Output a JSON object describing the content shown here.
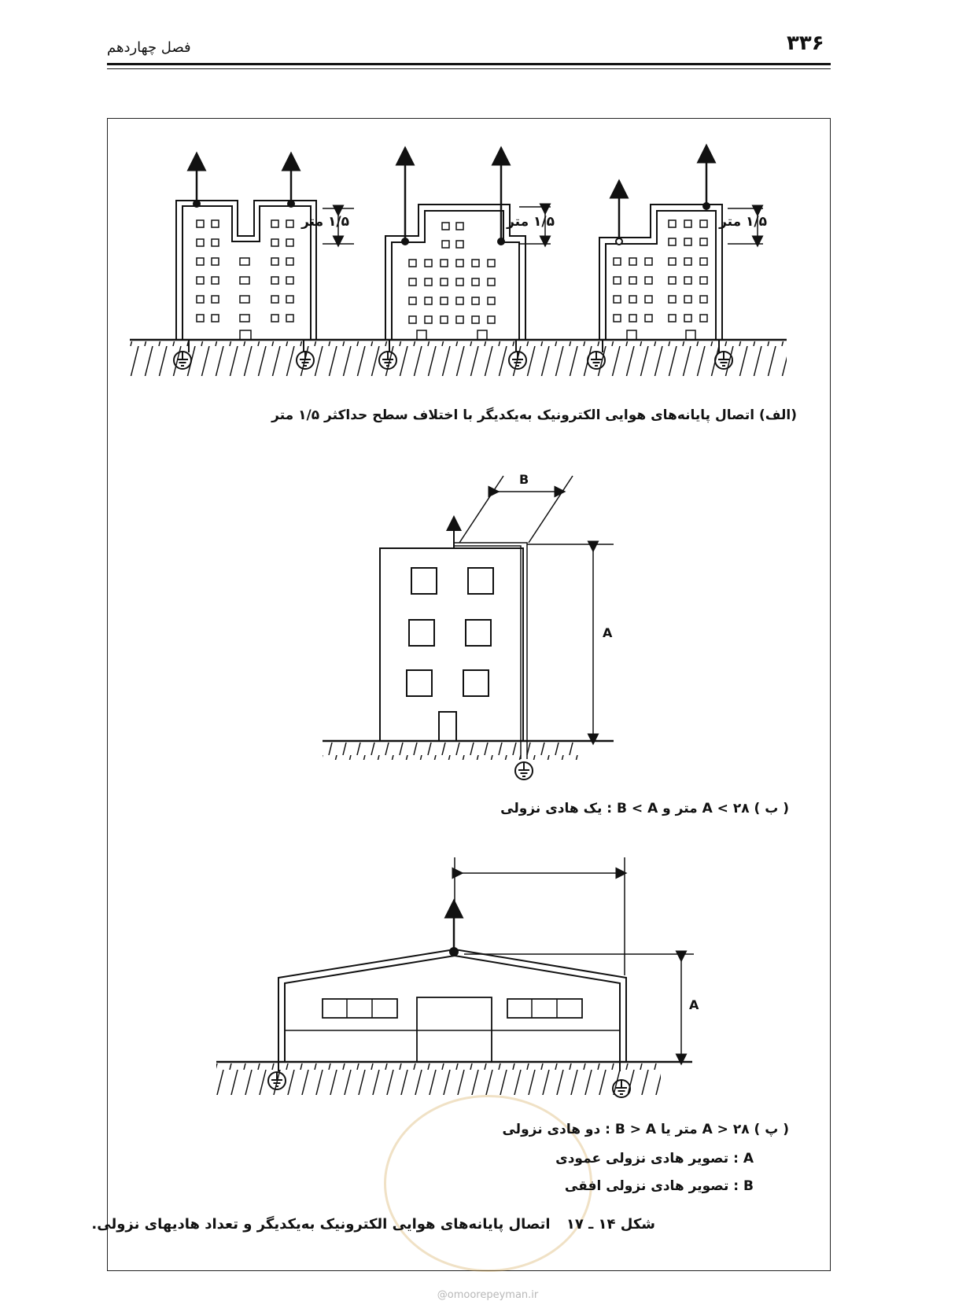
{
  "header": {
    "page_number": "۳۳۶",
    "chapter": "فصل چهاردهم"
  },
  "figure": {
    "part_a": {
      "dimension_label": "۱/۵ متر",
      "caption": "(الف) اتصال پایانه‌های هوایی الکترونیک به‌یکدیگر با اختلاف سطح حداکثر ۱/۵ متر"
    },
    "part_b": {
      "label_a": "A",
      "label_b": "B",
      "caption": "( ب ) A < ۲۸ متر و B < A : یک هادی نزولی"
    },
    "part_c": {
      "label_a": "A",
      "caption": "( پ ) A > ۲۸ متر یا B > A : دو هادی نزولی",
      "legend_a": "A : تصویر هادی نزولی عمودی",
      "legend_b": "B : تصویر هادی نزولی افقی"
    },
    "caption_number": "شکل ۱۴ ـ ۱۷",
    "caption_text": "اتصال پایانه‌های هوایی الکترونیک به‌یکدیگر و تعداد هادیهای نزولی."
  },
  "watermark": "@omoorepeyman.ir",
  "colors": {
    "ink": "#111111",
    "seal": "#d4aa5a"
  }
}
